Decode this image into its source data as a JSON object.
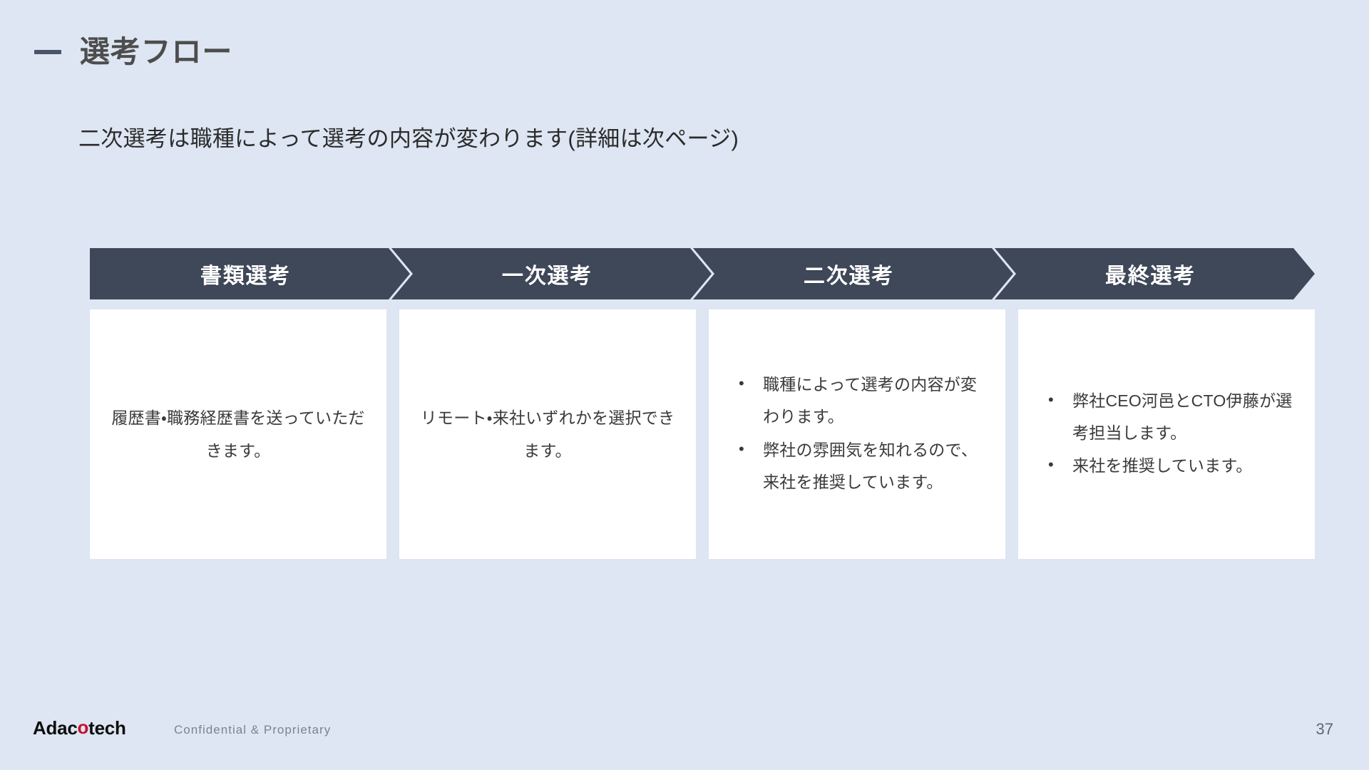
{
  "slide": {
    "background_color": "#dde6f2",
    "title": "選考フロー",
    "subtitle": "二次選考は職種によって選考の内容が変わります(詳細は次ページ)"
  },
  "flow": {
    "header_color": "#3f4859",
    "card_color": "#ffffff",
    "steps": [
      {
        "header": "書類選考",
        "body_type": "paragraph",
        "text": "履歴書・職務経歴書を送っていただきます。"
      },
      {
        "header": "一次選考",
        "body_type": "paragraph",
        "text": "リモート・来社いずれかを選択できます。"
      },
      {
        "header": "二次選考",
        "body_type": "bullets",
        "bullets": [
          "職種によって選考の内容が変わります。",
          "弊社の雰囲気を知れるので、来社を推奨しています。"
        ]
      },
      {
        "header": "最終選考",
        "body_type": "bullets",
        "bullets": [
          "弊社CEO河邑とCTO伊藤が選考担当します。",
          "来社を推奨しています。"
        ]
      }
    ]
  },
  "footer": {
    "logo_pre": "Adac",
    "logo_accent": "o",
    "logo_post": "tech",
    "confidential": "Confidential & Proprietary",
    "page_number": "37",
    "accent_color": "#c8102e"
  }
}
